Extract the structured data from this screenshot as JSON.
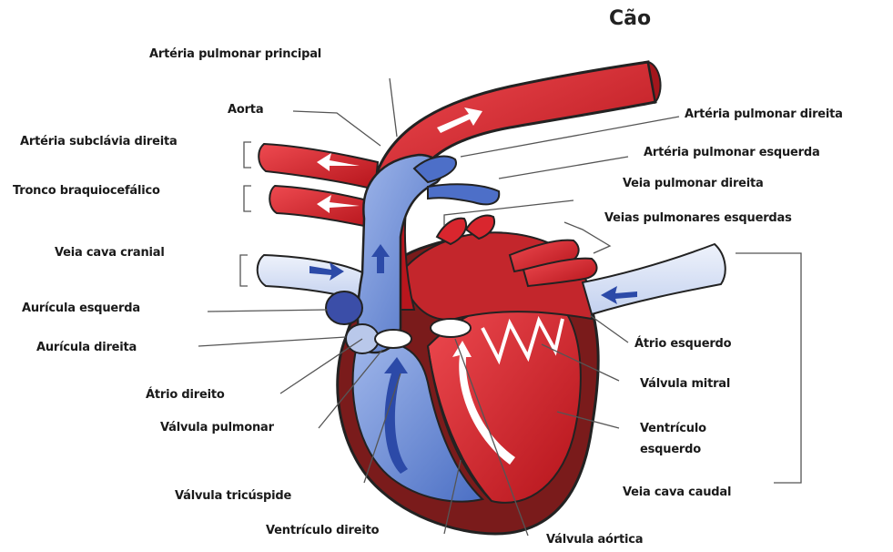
{
  "title": "Cão",
  "labels": {
    "arteria_pulmonar_principal": "Artéria pulmonar principal",
    "aorta": "Aorta",
    "arteria_subclavia_direita": "Artéria subclávia direita",
    "tronco_braquiocefalico": "Tronco braquiocefálico",
    "veia_cava_cranial": "Veia cava cranial",
    "auricula_esquerda": "Aurícula esquerda",
    "auricula_direita": "Aurícula direita",
    "atrio_direito": "Átrio direito",
    "valvula_pulmonar": "Válvula pulmonar",
    "valvula_tricuspide": "Válvula tricúspide",
    "ventriculo_direito": "Ventrículo direito",
    "valvula_aortica": "Válvula aórtica",
    "veia_cava_caudal": "Veia cava caudal",
    "ventriculo_esquerdo_1": "Ventrículo",
    "ventriculo_esquerdo_2": "esquerdo",
    "valvula_mitral": "Válvula mitral",
    "atrio_esquerdo": "Átrio esquerdo",
    "veias_pulmonares_esquerdas": "Veias pulmonares esquerdas",
    "veia_pulmonar_direita": "Veia pulmonar direita",
    "arteria_pulmonar_esquerda": "Artéria pulmonar esquerda",
    "arteria_pulmonar_direita": "Artéria pulmonar direita"
  },
  "colors": {
    "oxygenated": "#d9262e",
    "oxygenated_light": "#ee6a6e",
    "deoxygenated": "#6f8fd8",
    "deoxygenated_light": "#dde6f7",
    "muscle": "#7a1b1b",
    "outline": "#222222",
    "leader_line": "#555555"
  }
}
